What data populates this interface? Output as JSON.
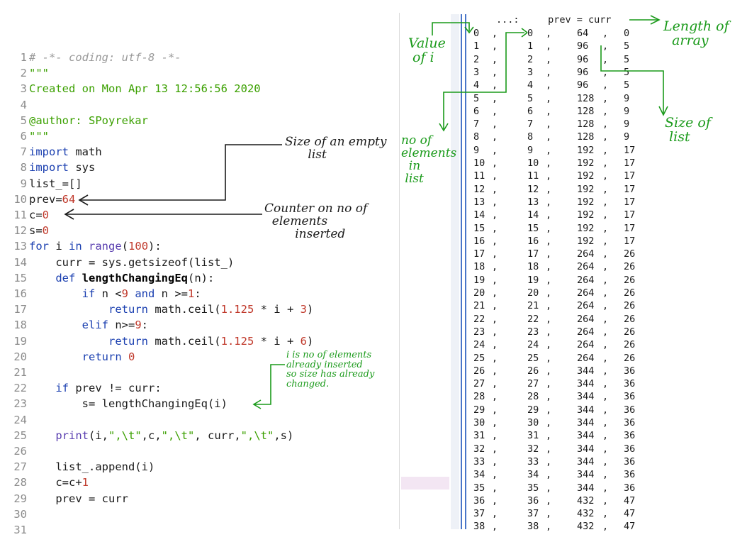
{
  "editor": {
    "lines": [
      {
        "n": "1",
        "tokens": [
          [
            "comment",
            "# -*- coding: utf-8 -*-"
          ]
        ]
      },
      {
        "n": "2",
        "tokens": [
          [
            "str",
            "\"\"\""
          ]
        ]
      },
      {
        "n": "3",
        "tokens": [
          [
            "str",
            "Created on Mon Apr 13 12:56:56 2020"
          ]
        ]
      },
      {
        "n": "4",
        "tokens": []
      },
      {
        "n": "5",
        "tokens": [
          [
            "str",
            "@author: SPoyrekar"
          ]
        ]
      },
      {
        "n": "6",
        "tokens": [
          [
            "str",
            "\"\"\""
          ]
        ]
      },
      {
        "n": "7",
        "tokens": [
          [
            "kw",
            "import"
          ],
          [
            "plain",
            " math"
          ]
        ]
      },
      {
        "n": "8",
        "tokens": [
          [
            "kw",
            "import"
          ],
          [
            "plain",
            " sys"
          ]
        ]
      },
      {
        "n": "9",
        "tokens": [
          [
            "plain",
            "list_=[]"
          ]
        ]
      },
      {
        "n": "10",
        "tokens": [
          [
            "plain",
            "prev="
          ],
          [
            "num",
            "64"
          ]
        ]
      },
      {
        "n": "11",
        "tokens": [
          [
            "plain",
            "c="
          ],
          [
            "num",
            "0"
          ]
        ]
      },
      {
        "n": "12",
        "tokens": [
          [
            "plain",
            "s="
          ],
          [
            "num",
            "0"
          ]
        ]
      },
      {
        "n": "13",
        "tokens": [
          [
            "kw",
            "for"
          ],
          [
            "plain",
            " i "
          ],
          [
            "kw",
            "in"
          ],
          [
            "plain",
            " "
          ],
          [
            "self",
            "range"
          ],
          [
            "plain",
            "("
          ],
          [
            "num",
            "100"
          ],
          [
            "plain",
            "):"
          ]
        ]
      },
      {
        "n": "14",
        "tokens": [
          [
            "plain",
            "    curr = sys.getsizeof(list_)"
          ]
        ]
      },
      {
        "n": "15",
        "tokens": [
          [
            "plain",
            "    "
          ],
          [
            "kw",
            "def"
          ],
          [
            "plain",
            " "
          ],
          [
            "fn",
            "lengthChangingEq"
          ],
          [
            "plain",
            "(n):"
          ]
        ]
      },
      {
        "n": "16",
        "tokens": [
          [
            "plain",
            "        "
          ],
          [
            "kw",
            "if"
          ],
          [
            "plain",
            " n <"
          ],
          [
            "num",
            "9"
          ],
          [
            "plain",
            " "
          ],
          [
            "kw",
            "and"
          ],
          [
            "plain",
            " n >="
          ],
          [
            "num",
            "1"
          ],
          [
            "plain",
            ":"
          ]
        ]
      },
      {
        "n": "17",
        "tokens": [
          [
            "plain",
            "            "
          ],
          [
            "kw",
            "return"
          ],
          [
            "plain",
            " math.ceil("
          ],
          [
            "num",
            "1.125"
          ],
          [
            "plain",
            " * i + "
          ],
          [
            "num",
            "3"
          ],
          [
            "plain",
            ")"
          ]
        ]
      },
      {
        "n": "18",
        "tokens": [
          [
            "plain",
            "        "
          ],
          [
            "kw",
            "elif"
          ],
          [
            "plain",
            " n>="
          ],
          [
            "num",
            "9"
          ],
          [
            "plain",
            ":"
          ]
        ]
      },
      {
        "n": "19",
        "tokens": [
          [
            "plain",
            "            "
          ],
          [
            "kw",
            "return"
          ],
          [
            "plain",
            " math.ceil("
          ],
          [
            "num",
            "1.125"
          ],
          [
            "plain",
            " * i + "
          ],
          [
            "num",
            "6"
          ],
          [
            "plain",
            ")"
          ]
        ]
      },
      {
        "n": "20",
        "tokens": [
          [
            "plain",
            "        "
          ],
          [
            "kw",
            "return"
          ],
          [
            "plain",
            " "
          ],
          [
            "num",
            "0"
          ]
        ]
      },
      {
        "n": "21",
        "tokens": []
      },
      {
        "n": "22",
        "tokens": [
          [
            "plain",
            "    "
          ],
          [
            "kw",
            "if"
          ],
          [
            "plain",
            " prev != curr:"
          ]
        ]
      },
      {
        "n": "23",
        "tokens": [
          [
            "plain",
            "        s= lengthChangingEq(i)"
          ]
        ]
      },
      {
        "n": "24",
        "tokens": []
      },
      {
        "n": "25",
        "tokens": [
          [
            "plain",
            "    "
          ],
          [
            "self",
            "print"
          ],
          [
            "plain",
            "(i,"
          ],
          [
            "str",
            "\",\\t\""
          ],
          [
            "plain",
            ",c,"
          ],
          [
            "str",
            "\",\\t\""
          ],
          [
            "plain",
            ", curr,"
          ],
          [
            "str",
            "\",\\t\""
          ],
          [
            "plain",
            ",s)"
          ]
        ]
      },
      {
        "n": "26",
        "tokens": []
      },
      {
        "n": "27",
        "tokens": [
          [
            "plain",
            "    list_.append(i)"
          ]
        ]
      },
      {
        "n": "28",
        "tokens": [
          [
            "plain",
            "    c=c+"
          ],
          [
            "num",
            "1"
          ]
        ]
      },
      {
        "n": "29",
        "tokens": [
          [
            "plain",
            "    prev = curr"
          ]
        ]
      },
      {
        "n": "30",
        "tokens": []
      },
      {
        "n": "31",
        "tokens": []
      }
    ]
  },
  "console": {
    "header": "...:     prev = curr",
    "rows": [
      [
        "0",
        "0",
        "64",
        "0"
      ],
      [
        "1",
        "1",
        "96",
        "5"
      ],
      [
        "2",
        "2",
        "96",
        "5"
      ],
      [
        "3",
        "3",
        "96",
        "5"
      ],
      [
        "4",
        "4",
        "96",
        "5"
      ],
      [
        "5",
        "5",
        "128",
        "9"
      ],
      [
        "6",
        "6",
        "128",
        "9"
      ],
      [
        "7",
        "7",
        "128",
        "9"
      ],
      [
        "8",
        "8",
        "128",
        "9"
      ],
      [
        "9",
        "9",
        "192",
        "17"
      ],
      [
        "10",
        "10",
        "192",
        "17"
      ],
      [
        "11",
        "11",
        "192",
        "17"
      ],
      [
        "12",
        "12",
        "192",
        "17"
      ],
      [
        "13",
        "13",
        "192",
        "17"
      ],
      [
        "14",
        "14",
        "192",
        "17"
      ],
      [
        "15",
        "15",
        "192",
        "17"
      ],
      [
        "16",
        "16",
        "192",
        "17"
      ],
      [
        "17",
        "17",
        "264",
        "26"
      ],
      [
        "18",
        "18",
        "264",
        "26"
      ],
      [
        "19",
        "19",
        "264",
        "26"
      ],
      [
        "20",
        "20",
        "264",
        "26"
      ],
      [
        "21",
        "21",
        "264",
        "26"
      ],
      [
        "22",
        "22",
        "264",
        "26"
      ],
      [
        "23",
        "23",
        "264",
        "26"
      ],
      [
        "24",
        "24",
        "264",
        "26"
      ],
      [
        "25",
        "25",
        "264",
        "26"
      ],
      [
        "26",
        "26",
        "344",
        "36"
      ],
      [
        "27",
        "27",
        "344",
        "36"
      ],
      [
        "28",
        "28",
        "344",
        "36"
      ],
      [
        "29",
        "29",
        "344",
        "36"
      ],
      [
        "30",
        "30",
        "344",
        "36"
      ],
      [
        "31",
        "31",
        "344",
        "36"
      ],
      [
        "32",
        "32",
        "344",
        "36"
      ],
      [
        "33",
        "33",
        "344",
        "36"
      ],
      [
        "34",
        "34",
        "344",
        "36"
      ],
      [
        "35",
        "35",
        "344",
        "36"
      ],
      [
        "36",
        "36",
        "432",
        "47"
      ],
      [
        "37",
        "37",
        "432",
        "47"
      ],
      [
        "38",
        "38",
        "432",
        "47"
      ]
    ]
  },
  "annotations": {
    "size_empty": "Size of an empty\n      list",
    "counter": "Counter on no of\n  elements\n        inserted",
    "i_note": "i is no of elements\nalready inserted\nso size has already\nchanged.",
    "value_of_i": "Value\n of i",
    "no_elements": "no of\nelements\n  in\n list",
    "length_array": "Length of\n  array",
    "size_list": "Size of\n list"
  }
}
